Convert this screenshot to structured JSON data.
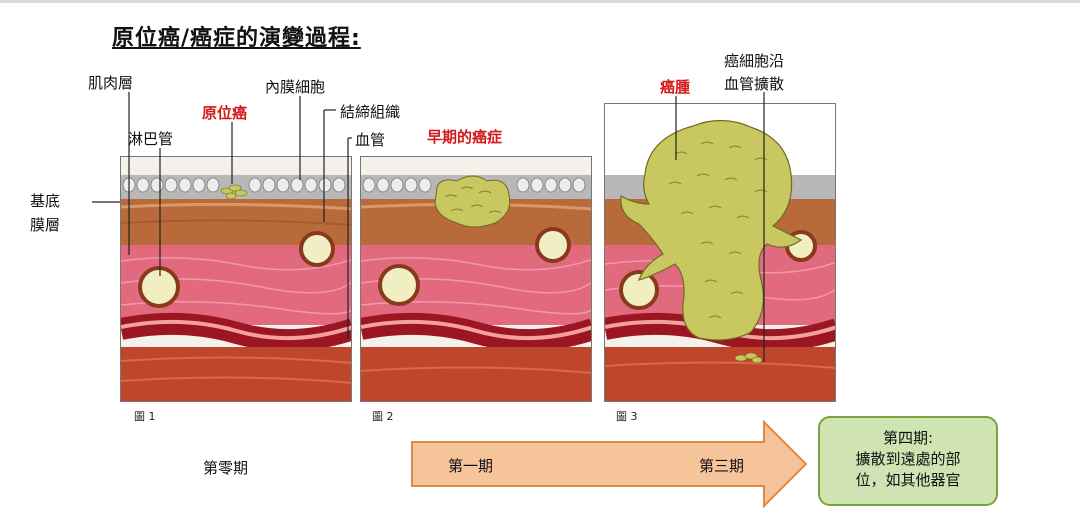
{
  "title": "原位癌/癌症的演變過程:",
  "labels": {
    "muscle_layer": "肌肉層",
    "lymph_vessel": "淋巴管",
    "carcinoma_in_situ": "原位癌",
    "endothelial_cells": "內膜細胞",
    "connective_tissue": "結締組織",
    "blood_vessel": "血管",
    "basement_membrane_line1": "基底",
    "basement_membrane_line2": "膜層",
    "early_cancer": "早期的癌症",
    "tumor": "癌腫",
    "spread_line1": "癌細胞沿",
    "spread_line2": "血管擴散"
  },
  "figures": [
    "圖 1",
    "圖 2",
    "圖 3"
  ],
  "stages": {
    "stage0": "第零期",
    "stage1": "第一期",
    "stage3": "第三期",
    "stage4_title": "第四期:",
    "stage4_line1": "擴散到遠處的部",
    "stage4_line2": "位，如其他器官"
  },
  "colors": {
    "red_label": "#d41919",
    "arrow_fill": "#f6c49a",
    "arrow_stroke": "#d98b47",
    "stage4_fill": "#cfe3b3",
    "stage4_stroke": "#7aa33e",
    "cancer_cells": "#c9c860"
  }
}
